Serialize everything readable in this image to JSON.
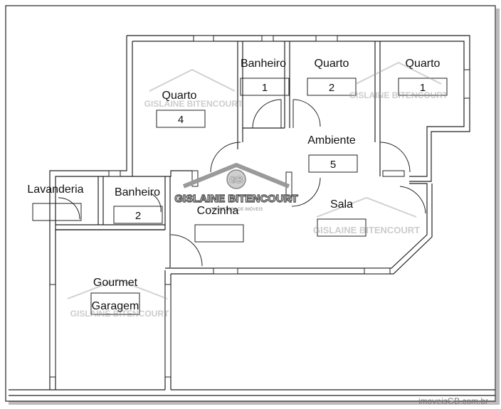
{
  "rooms": {
    "banheiro1": {
      "label": "Banheiro",
      "number": "1"
    },
    "quarto2": {
      "label": "Quarto",
      "number": "2"
    },
    "quarto1": {
      "label": "Quarto",
      "number": "1"
    },
    "quarto4": {
      "label": "Quarto",
      "number": "4"
    },
    "ambiente5": {
      "label": "Ambiente",
      "number": "5"
    },
    "lavanderia": {
      "label": "Lavanderia"
    },
    "banheiro2": {
      "label": "Banheiro",
      "number": "2"
    },
    "cozinha": {
      "label": "Cozinha"
    },
    "sala": {
      "label": "Sala"
    },
    "gourmet": {
      "label": "Gourmet"
    },
    "garagem": {
      "label": "Garagem"
    }
  },
  "watermark": {
    "logo": "GB",
    "name": "GISLAINE BITENCOURT",
    "tagline": "CORRETORA DE IMÓVEIS"
  },
  "footer": {
    "url": "imoveisGB.com.br"
  },
  "colors": {
    "wall": "#222222",
    "background": "#ffffff",
    "watermark": "#9a9a9a"
  }
}
